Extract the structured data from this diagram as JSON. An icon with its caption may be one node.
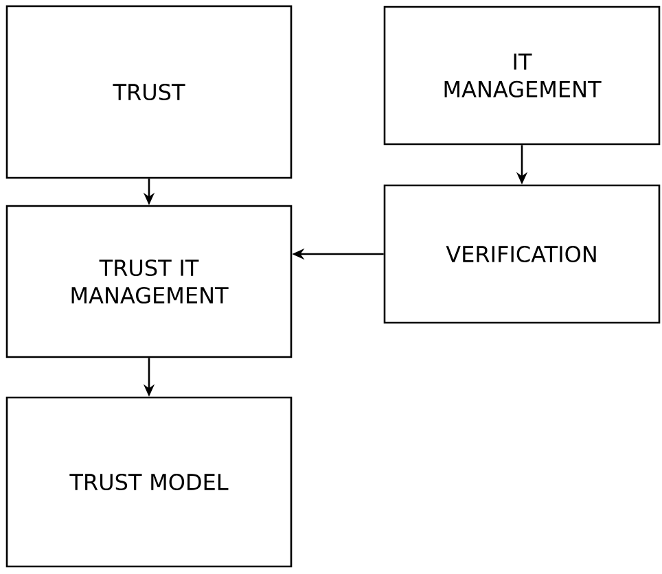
{
  "diagram": {
    "nodes": [
      {
        "text": [
          "TRUST"
        ]
      },
      {
        "text": [
          "IT MANAGEMENT"
        ]
      },
      {
        "text": [
          "TRUST IT MANAGEMENT"
        ]
      },
      {
        "text": [
          "VERIFICATION"
        ]
      },
      {
        "text": [
          "TRUST MODEL"
        ]
      }
    ],
    "edges": [
      {
        "from": 0,
        "to": 2,
        "arrow": "to"
      },
      {
        "from": 1,
        "to": 3,
        "arrow": "to"
      },
      {
        "from": 3,
        "to": 2,
        "arrow": "to"
      },
      {
        "from": 2,
        "to": 4,
        "arrow": "to"
      }
    ]
  }
}
